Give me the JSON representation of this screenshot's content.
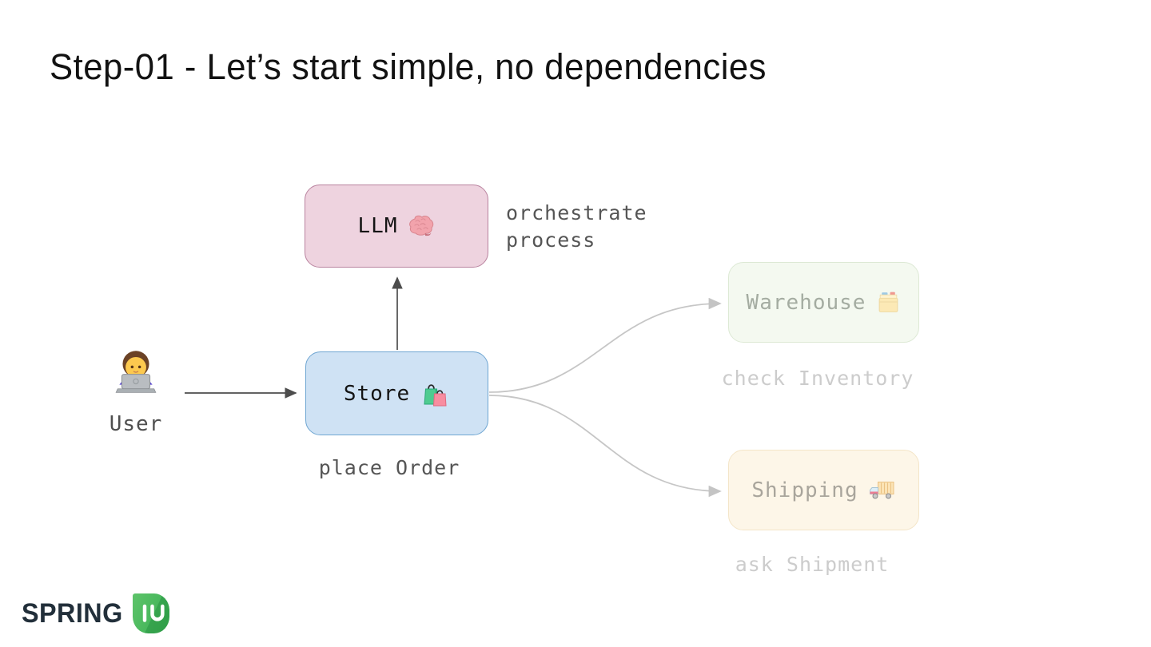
{
  "slide": {
    "title": "Step-01 - Let’s start simple, no dependencies"
  },
  "diagram": {
    "user": {
      "label": "User",
      "icon": "woman-technologist-emoji"
    },
    "llm": {
      "label": "LLM",
      "icon": "brain-emoji",
      "fill": "#eed3df",
      "border": "#b9839f"
    },
    "store": {
      "label": "Store",
      "icon": "shopping-bags-emoji",
      "fill": "#cfe2f4",
      "border": "#6fa6d2"
    },
    "warehouse": {
      "label": "Warehouse",
      "icon": "card-file-box-emoji",
      "fill": "#f4f9f0",
      "border": "#dde9d5"
    },
    "shipping": {
      "label": "Shipping",
      "icon": "delivery-truck-emoji",
      "fill": "#fdf6e8",
      "border": "#f4e5c8"
    },
    "edges": {
      "user_to_store": {
        "label": "place Order"
      },
      "store_to_llm": {
        "label": "orchestrate process",
        "label_lines": [
          "orchestrate",
          "process"
        ]
      },
      "store_to_warehouse": {
        "label": "check Inventory"
      },
      "store_to_shipping": {
        "label": "ask Shipment"
      }
    },
    "edge_colors": {
      "active": "#4d4d4d",
      "faded": "#c6c6c6"
    }
  },
  "footer": {
    "brand_text": "SPRING",
    "brand_icon_text": "IO",
    "brand_navy": "#222f3a",
    "brand_green": "#3fae4c"
  }
}
